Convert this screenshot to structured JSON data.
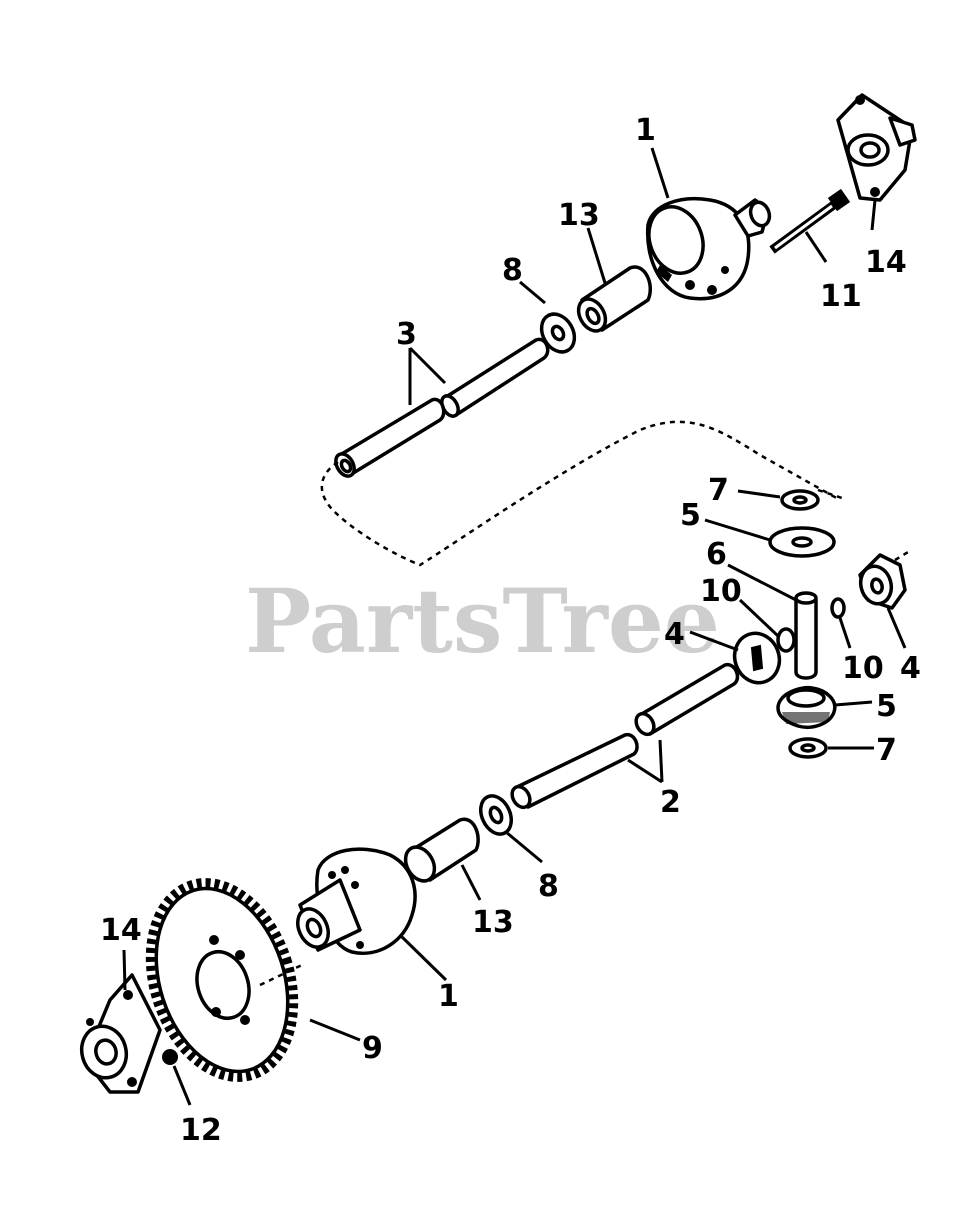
{
  "watermark": "PartsTree",
  "callouts": {
    "c1_top": "1",
    "c13_top": "13",
    "c8_top": "8",
    "c3": "3",
    "c11": "11",
    "c14_top": "14",
    "c7_top": "7",
    "c5_top": "5",
    "c6": "6",
    "c10_left": "10",
    "c4_left": "4",
    "c10_right": "10",
    "c4_right": "4",
    "c5_right": "5",
    "c7_bottom": "7",
    "c2": "2",
    "c8_bottom": "8",
    "c13_bottom": "13",
    "c1_bottom": "1",
    "c14_bottom": "14",
    "c9": "9",
    "c12": "12"
  }
}
